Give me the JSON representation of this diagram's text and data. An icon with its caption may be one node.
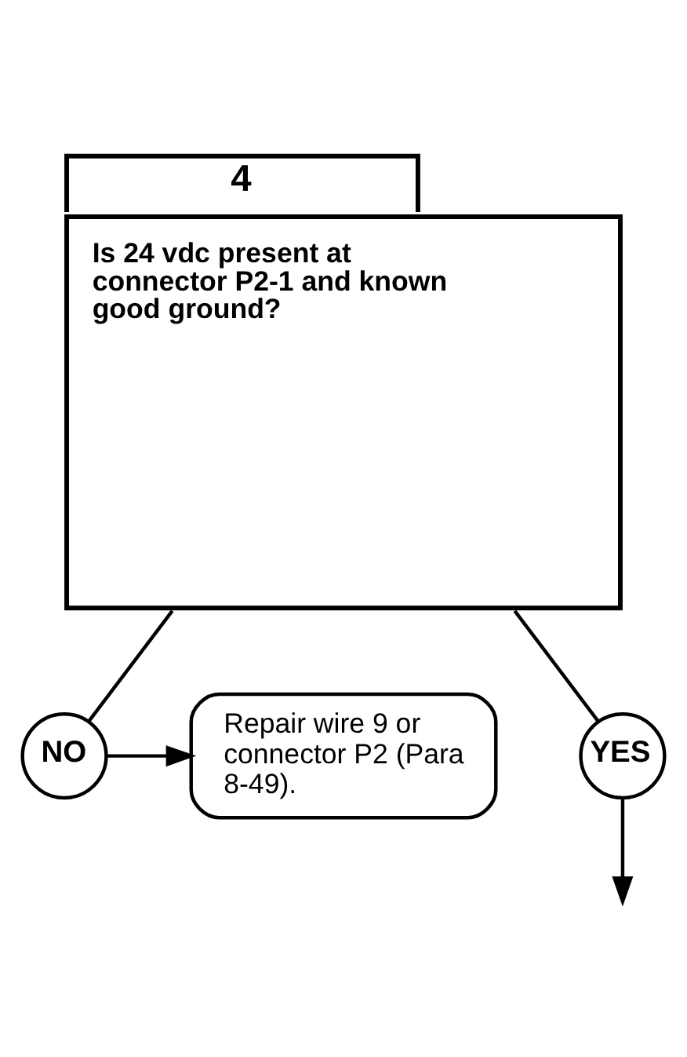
{
  "diagram": {
    "nodes": [
      {
        "text": [
          "4",
          "Is 24 vdc present at connector P2-1 and known good ground?"
        ]
      },
      {
        "text": [
          "NO"
        ]
      },
      {
        "text": [
          "Repair wire 9 or connector P2 (Para 8-49)."
        ]
      },
      {
        "text": [
          "YES"
        ]
      }
    ],
    "edges": [
      {
        "from": 0,
        "to": 1,
        "arrow": "none"
      },
      {
        "from": 1,
        "to": 2,
        "arrow": "to"
      },
      {
        "from": 0,
        "to": 3,
        "arrow": "none"
      },
      {
        "from": 3,
        "to": null,
        "arrow": "to"
      }
    ]
  }
}
